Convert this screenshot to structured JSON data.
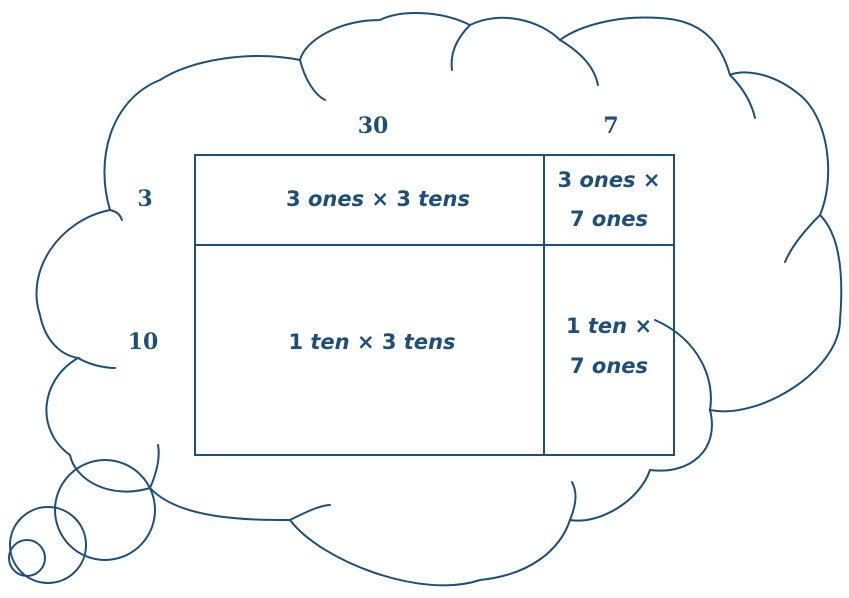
{
  "column_labels": [
    "30",
    "7"
  ],
  "row_labels": [
    "3",
    "10"
  ],
  "cells": {
    "r1c1": {
      "a": "3",
      "a_unit": "ones",
      "op": "×",
      "b": "3",
      "b_unit": "tens"
    },
    "r1c2": {
      "a": "3",
      "a_unit": "ones",
      "op": "×",
      "b": "7",
      "b_unit": "ones"
    },
    "r2c1": {
      "a": "1",
      "a_unit": "ten",
      "op": "×",
      "b": "3",
      "b_unit": "tens"
    },
    "r2c2": {
      "a": "1",
      "a_unit": "ten",
      "op": "×",
      "b": "7",
      "b_unit": "ones"
    }
  },
  "colors": {
    "ink": "#1f4e79",
    "background": "#ffffff"
  }
}
